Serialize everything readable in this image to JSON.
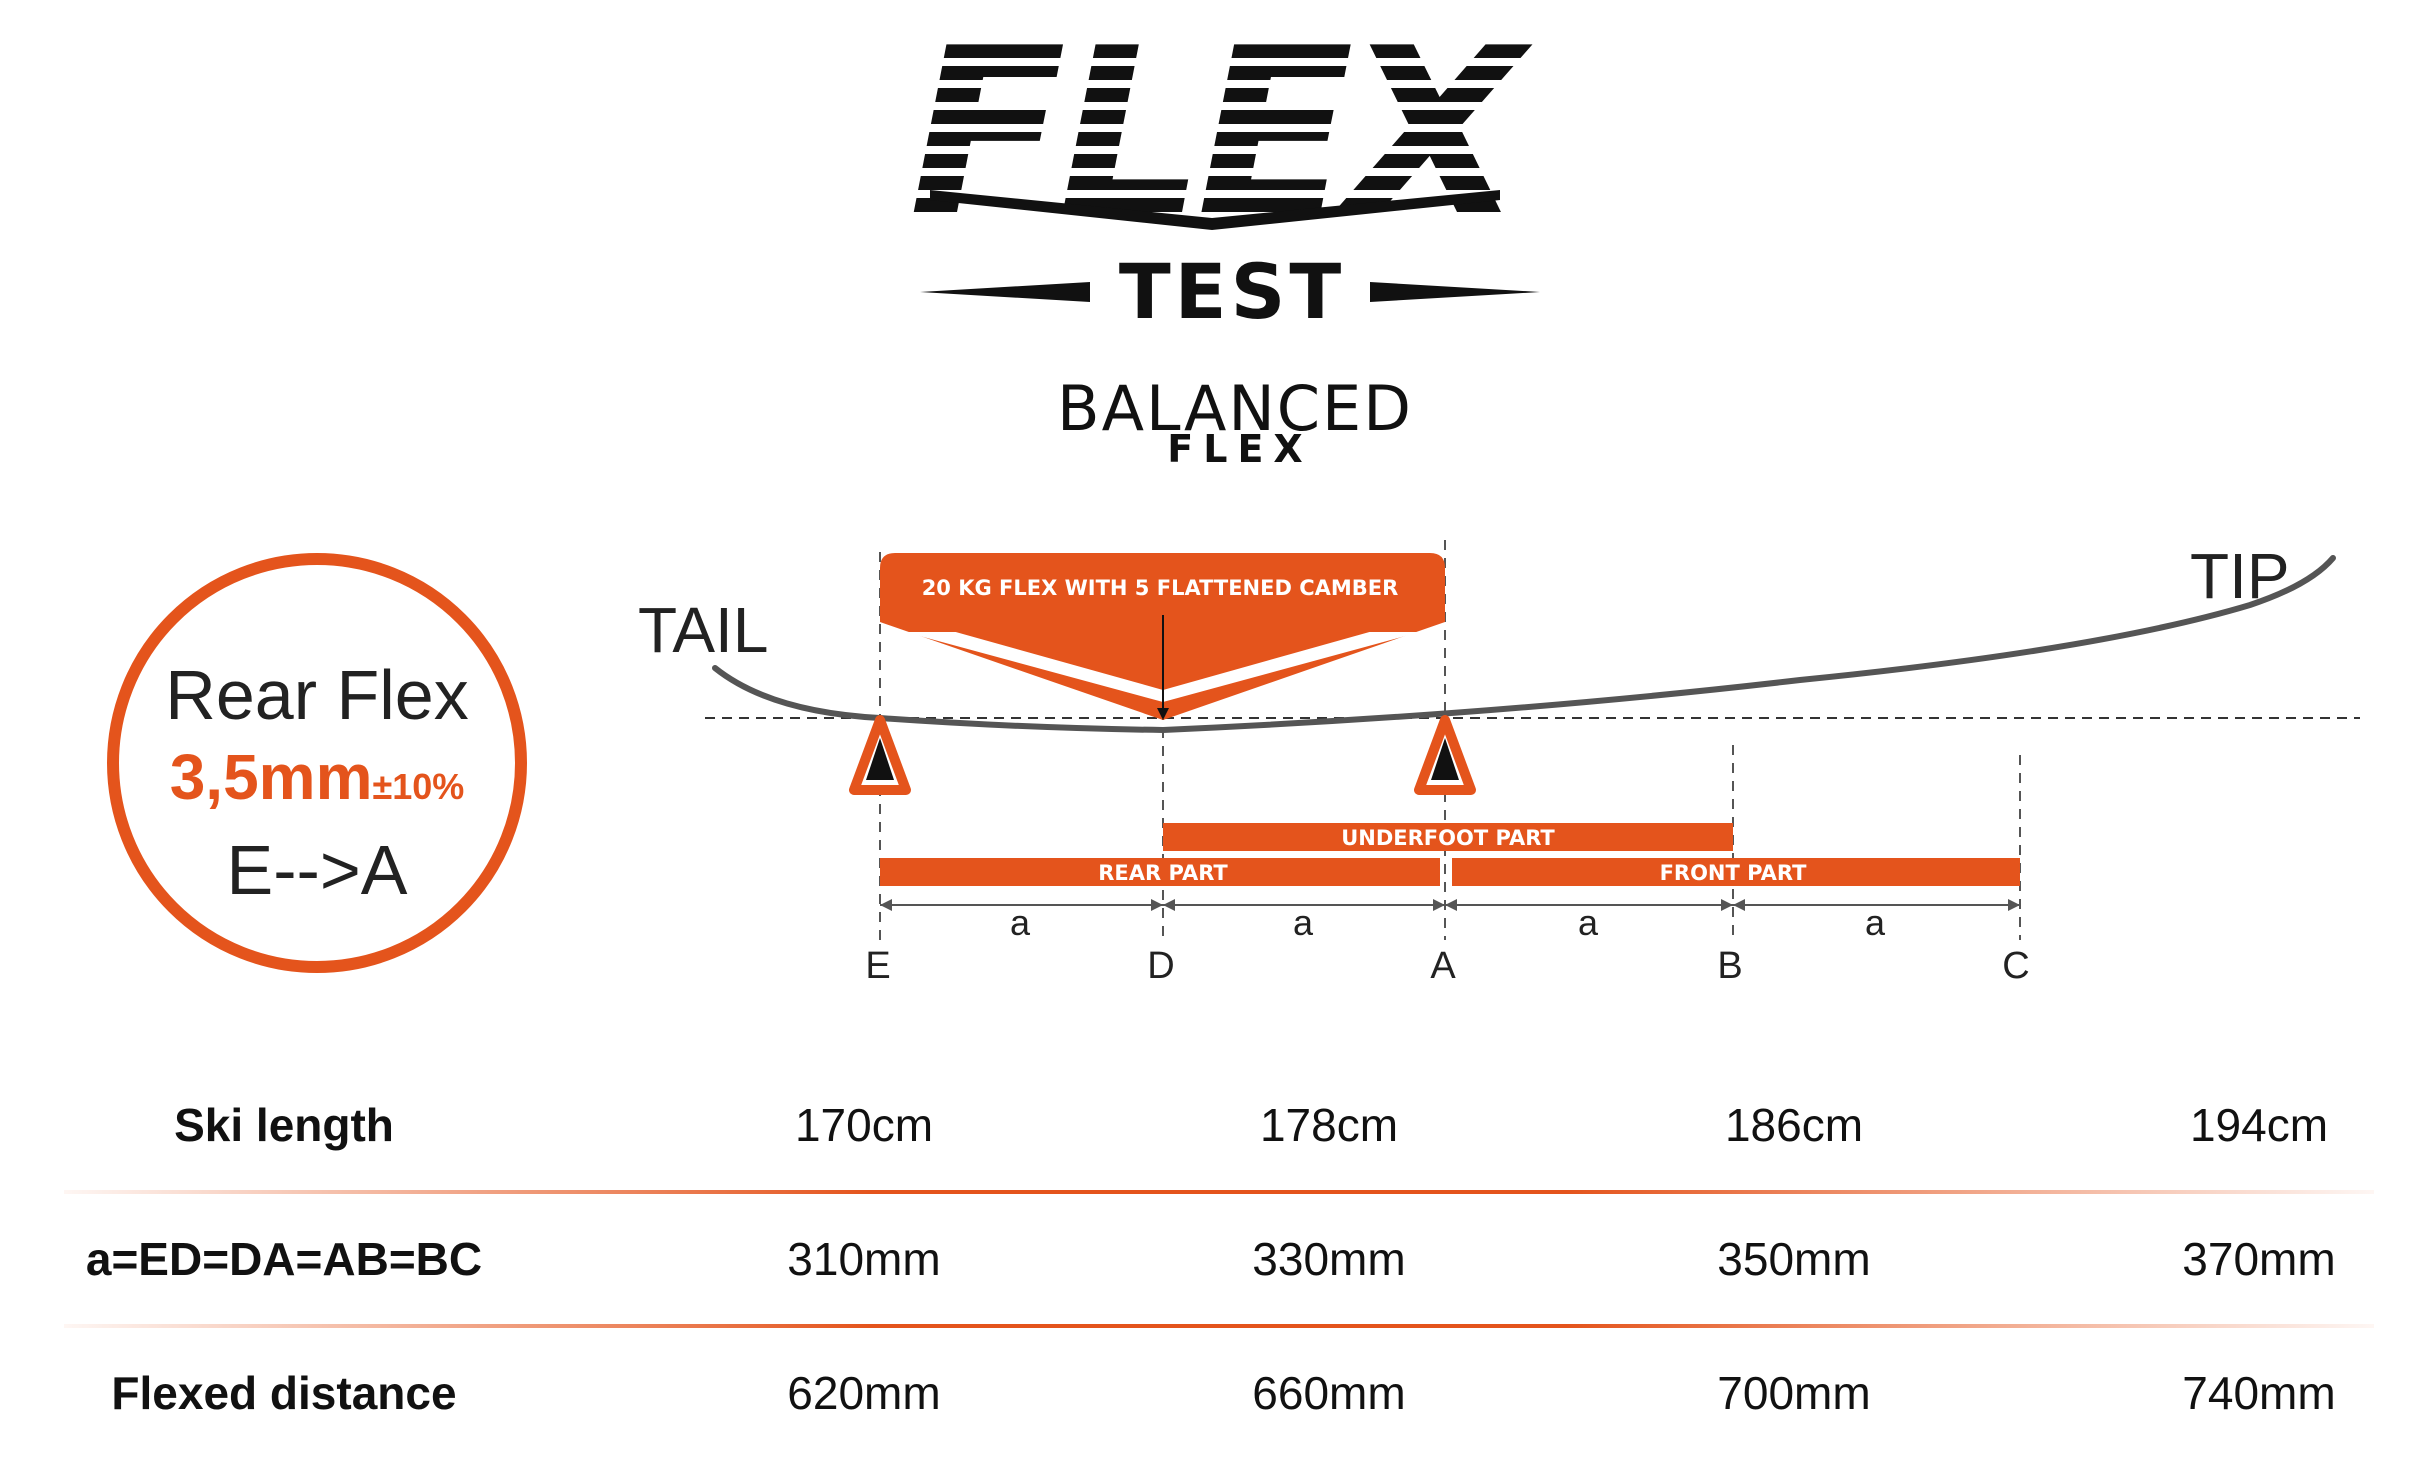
{
  "logo": {
    "title": "FLEX",
    "subtitle": "TEST",
    "brand_main": "BALANCED",
    "brand_sub": "FLEX"
  },
  "badge": {
    "line1": "Rear Flex",
    "value": "3,5mm",
    "tolerance": "±10%",
    "line3": "E-->A"
  },
  "diagram": {
    "tail_label": "TAIL",
    "tip_label": "TIP",
    "flex_banner": "20 KG FLEX WITH 5 FLATTENED CAMBER",
    "underfoot_label": "UNDERFOOT PART",
    "rear_label": "REAR PART",
    "front_label": "FRONT PART",
    "segment_labels": [
      "a",
      "a",
      "a",
      "a"
    ],
    "points": [
      "E",
      "D",
      "A",
      "B",
      "C"
    ],
    "accent_color": "#e4541c"
  },
  "table": {
    "rows": [
      {
        "label": "Ski length",
        "values": [
          "170cm",
          "178cm",
          "186cm",
          "194cm"
        ]
      },
      {
        "label": "a=ED=DA=AB=BC",
        "values": [
          "310mm",
          "330mm",
          "350mm",
          "370mm"
        ]
      },
      {
        "label": "Flexed distance",
        "values": [
          "620mm",
          "660mm",
          "700mm",
          "740mm"
        ]
      }
    ]
  }
}
